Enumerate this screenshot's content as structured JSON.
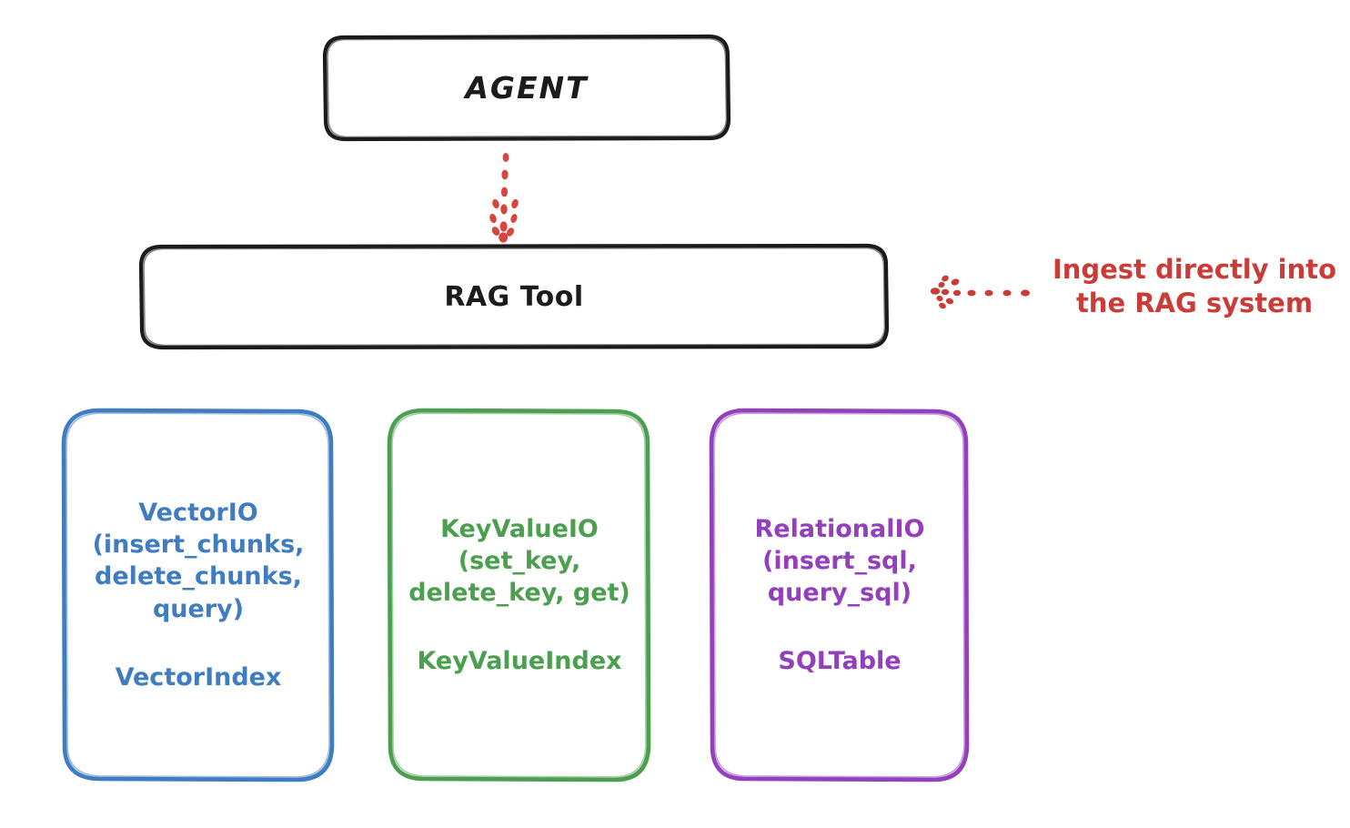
{
  "diagram": {
    "title_node": {
      "id": "agent",
      "label": "AGENT"
    },
    "tool_node": {
      "id": "rag-tool",
      "label": "RAG Tool"
    },
    "io_nodes": [
      {
        "id": "vector-io",
        "methods": "VectorIO\n(insert_chunks,\ndelete_chunks,\nquery)",
        "index": "VectorIndex",
        "color": "#3f7cc0"
      },
      {
        "id": "key-value-io",
        "methods": "KeyValueIO\n(set_key,\ndelete_key, get)",
        "index": "KeyValueIndex",
        "color": "#4b9f4f"
      },
      {
        "id": "relational-io",
        "methods": "RelationalIO\n(insert_sql,\nquery_sql)",
        "index": "SQLTable",
        "color": "#9440bd"
      }
    ],
    "annotation": {
      "id": "ingest-note",
      "text": "Ingest directly into\nthe RAG system",
      "color": "#cb3c38"
    },
    "connectors": [
      {
        "id": "agent-to-rag-tool",
        "style": "dotted-arrow",
        "direction": "down",
        "color": "#d8453f"
      },
      {
        "id": "annotation-to-rag-tool",
        "style": "dotted-arrow",
        "direction": "left",
        "color": "#cb3c38"
      }
    ],
    "colors": {
      "stroke_black": "#1b1b1b",
      "blue": "#3f7cc0",
      "green": "#4b9f4f",
      "purple": "#9440bd",
      "red": "#cb3c38",
      "background": "#ffffff"
    }
  }
}
